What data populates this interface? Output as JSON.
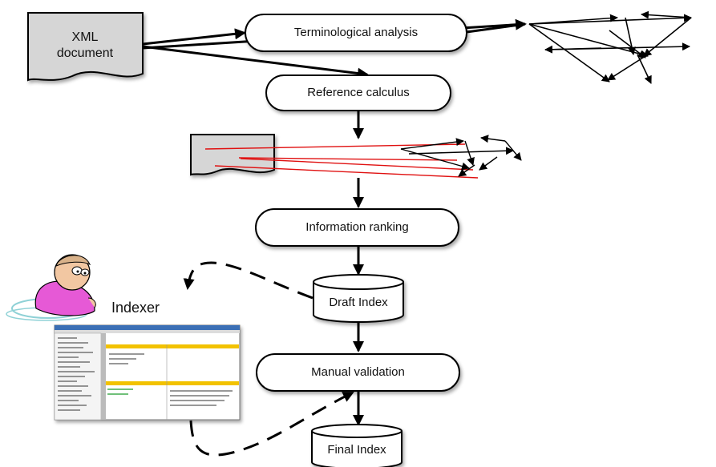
{
  "diagram": {
    "xml_document": {
      "line1": "XML",
      "line2": "document"
    },
    "steps": {
      "terminological_analysis": "Terminological analysis",
      "reference_calculus": "Reference calculus",
      "information_ranking": "Information ranking",
      "manual_validation": "Manual validation"
    },
    "stores": {
      "draft_index": "Draft Index",
      "final_index": "Final Index"
    },
    "actor": {
      "label": "Indexer",
      "icon": "person-icon"
    },
    "colors": {
      "node_fill": "#ffffff",
      "node_stroke": "#000000",
      "document_fill": "#d6d6d6",
      "reference_line": "#e01010",
      "screenshot_titlebar": "#3b6fb5",
      "screenshot_panel_header": "#f2c200"
    }
  }
}
